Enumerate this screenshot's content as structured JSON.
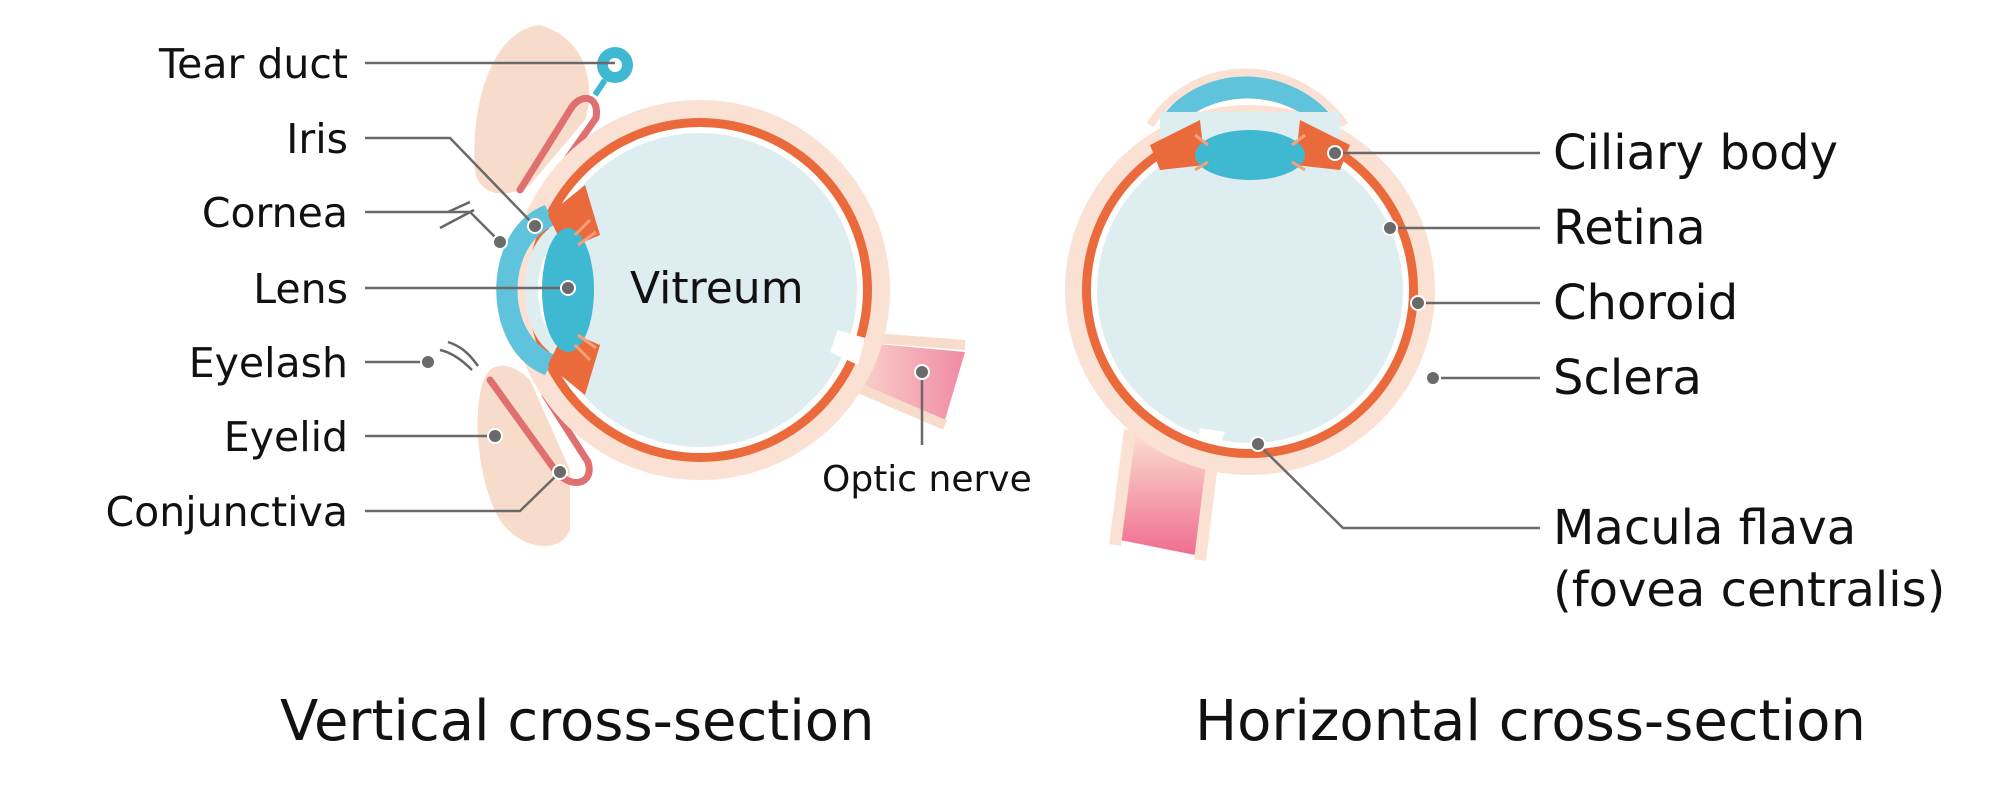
{
  "vertical": {
    "caption": "Vertical cross-section",
    "labels": {
      "tear_duct": "Tear duct",
      "iris": "Iris",
      "cornea": "Cornea",
      "lens": "Lens",
      "eyelash": "Eyelash",
      "eyelid": "Eyelid",
      "conjunctiva": "Conjunctiva",
      "vitreum": "Vitreum",
      "optic_nerve": "Optic nerve"
    }
  },
  "horizontal": {
    "caption": "Horizontal cross-section",
    "labels": {
      "ciliary_body": "Ciliary body",
      "retina": "Retina",
      "choroid": "Choroid",
      "sclera": "Sclera",
      "macula_line1": "Macula flava",
      "macula_line2": "(fovea centralis)"
    }
  },
  "colors": {
    "sclera": "#fbe1d3",
    "choroid": "#ea6a3c",
    "vitreous": "#deeef0",
    "lens": "#3fb8d2",
    "cornea": "#5ec3db",
    "eyelid": "#f7dccb",
    "eyelid_line": "#e07070",
    "nerve": "#f08aa3",
    "leader": "#6a6a6a"
  }
}
